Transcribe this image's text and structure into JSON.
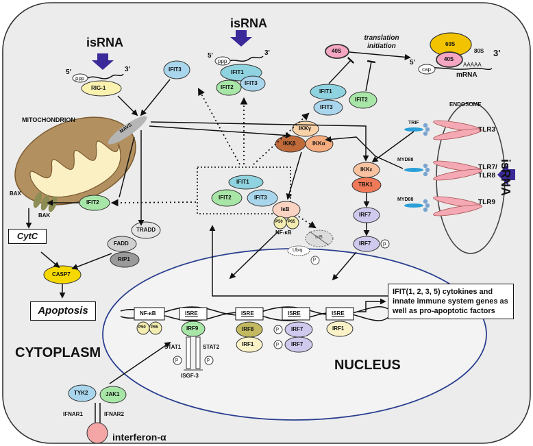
{
  "labels": {
    "isrna": "isRNA",
    "five_prime": "5'",
    "five_prime_ppp": "ppp",
    "three_prime": "3'",
    "rig1": "RIG-1",
    "mavs": "MAVS",
    "mitochondrion": "MITOCHONDRION",
    "bax": "BAX",
    "bak": "BAK",
    "ifit1": "IFIT1",
    "ifit2": "IFIT2",
    "ifit3": "IFIT3",
    "tradd": "TRADD",
    "fadd": "FADD",
    "rip1": "RIP1",
    "cytc": "CytC",
    "casp7": "CASP7",
    "apoptosis": "Apoptosis",
    "cytoplasm": "CYTOPLASM",
    "nucleus": "NUCLEUS",
    "translation_initiation": "translation initiation",
    "r40s": "40S",
    "r60s": "60S",
    "r80s": "80S",
    "cap": "cap",
    "aaaaa": "AAAAA",
    "mrna": "mRNA",
    "endosome": "ENDOSOME",
    "trif": "TRIF",
    "myd88": "MYD88",
    "tlr3": "TLR3",
    "tlr78": "TLR7/ TLR8",
    "tlr9": "TLR9",
    "ikkg": "IKKγ",
    "ikkb": "IKKβ",
    "ikka": "IKKα",
    "ikke": "IKKε",
    "tbk1": "TBK1",
    "irf7": "IRF7",
    "p": "p",
    "ikb": "IκB",
    "p50": "P50",
    "p65": "P65",
    "nfkb": "NF-κB",
    "ubiq": "Ubiq",
    "isre": "ISRE",
    "irf9": "IRF9",
    "irf8": "IRF8",
    "irf1": "IRF1",
    "stat1": "STAT1",
    "stat2": "STAT2",
    "isgf3": "ISGF-3",
    "tyk2": "TYK2",
    "jak1": "JAK1",
    "ifnar1": "IFNAR1",
    "ifnar2": "IFNAR2",
    "interferon": "interferon-α",
    "output_box": "IFIT(1, 2, 3, 5) cytokines and innate immune system genes as well as pro-apoptotic factors"
  },
  "colors": {
    "ifit1": "#8ed3df",
    "ifit2": "#a8e6a8",
    "ifit3": "#a9d6ec",
    "rig1": "#fbf2b0",
    "casp7": "#f5d800",
    "r60s": "#f2c300",
    "r40s": "#f4a6c3",
    "ikkg": "#fbd2a8",
    "ikkb": "#c06a3a",
    "ikka": "#f4ab7e",
    "ikke": "#f9c2a0",
    "tbk1": "#f07a58",
    "irf7": "#cfc9ee",
    "ikb": "#fbd3c3",
    "p50p65": "#f3ecb0",
    "irf9": "#a8e6a8",
    "irf8": "#c2b960",
    "irf1": "#fbf2c8",
    "tyk2": "#a9d6ec",
    "jak1": "#a8e6a8",
    "interferon": "#f4a6a6",
    "mito_outer": "#b29060",
    "mito_inner": "#fbefc4",
    "nucleus_border": "#2a3f8f",
    "arrow_purple": "#3a2a99",
    "tlr_pink": "#f4a9b4",
    "adaptor_blue": "#2a9fd8",
    "grey_fadd": "#d0d0d0",
    "grey_rip1": "#9a9a9a"
  }
}
